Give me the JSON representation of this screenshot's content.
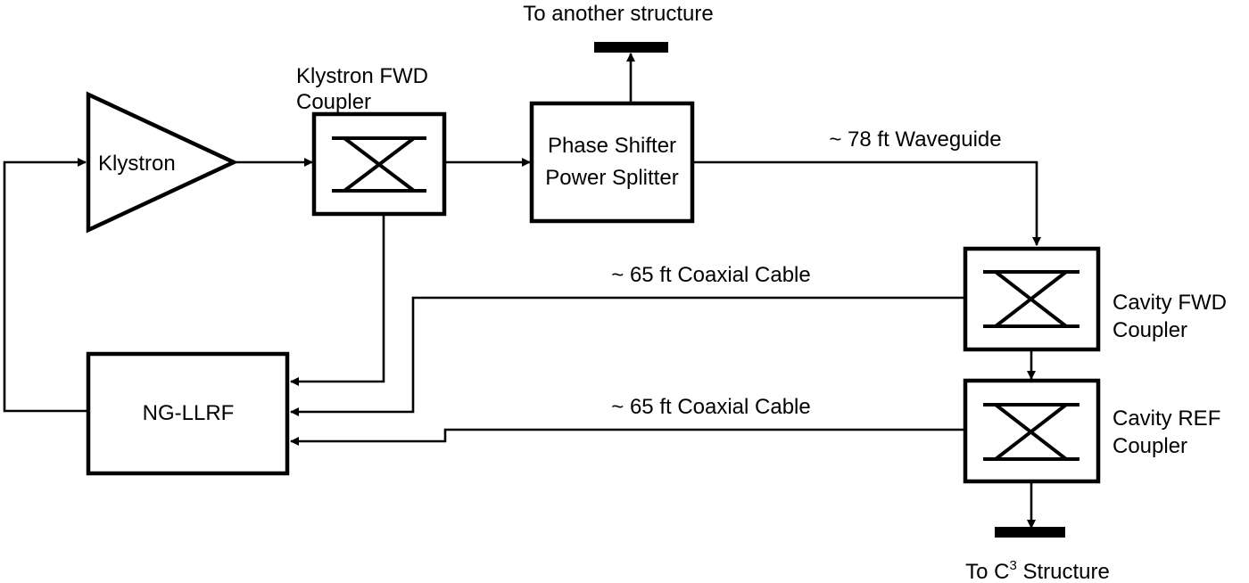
{
  "diagram": {
    "type": "block-diagram",
    "title": "",
    "blocks": {
      "klystron": {
        "label": "Klystron"
      },
      "klystron_fwd_coupler": {
        "label_line1": "Klystron FWD",
        "label_line2": "Coupler"
      },
      "phase_shifter": {
        "label_line1": "Phase Shifter",
        "label_line2": "Power Splitter"
      },
      "cavity_fwd_coupler": {
        "label_line1": "Cavity FWD",
        "label_line2": "Coupler"
      },
      "cavity_ref_coupler": {
        "label_line1": "Cavity REF",
        "label_line2": "Coupler"
      },
      "ng_llrf": {
        "label": "NG-LLRF"
      }
    },
    "terminals": {
      "another_structure": {
        "label": "To another structure"
      },
      "c3_structure": {
        "label_prefix": "To C",
        "label_sup": "3",
        "label_suffix": " Structure"
      }
    },
    "connections": {
      "waveguide": {
        "label": "~ 78 ft Waveguide"
      },
      "coax_fwd": {
        "label": "~ 65 ft Coaxial Cable"
      },
      "coax_ref": {
        "label": "~ 65 ft Coaxial Cable"
      }
    },
    "edges": [
      {
        "from": "ng_llrf",
        "to": "klystron"
      },
      {
        "from": "klystron",
        "to": "klystron_fwd_coupler"
      },
      {
        "from": "klystron_fwd_coupler",
        "to": "phase_shifter"
      },
      {
        "from": "phase_shifter",
        "to": "another_structure"
      },
      {
        "from": "phase_shifter",
        "to": "cavity_fwd_coupler",
        "via": "waveguide"
      },
      {
        "from": "cavity_fwd_coupler",
        "to": "cavity_ref_coupler"
      },
      {
        "from": "cavity_ref_coupler",
        "to": "c3_structure"
      },
      {
        "from": "klystron_fwd_coupler",
        "to": "ng_llrf"
      },
      {
        "from": "cavity_fwd_coupler",
        "to": "ng_llrf",
        "via": "coax_fwd"
      },
      {
        "from": "cavity_ref_coupler",
        "to": "ng_llrf",
        "via": "coax_ref"
      }
    ]
  }
}
